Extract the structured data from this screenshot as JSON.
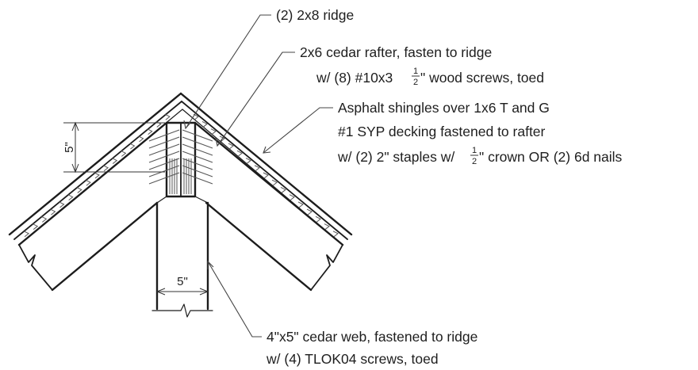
{
  "labels": {
    "ridge": "(2) 2x8 ridge",
    "rafter_line1": "2x6 cedar rafter, fasten to ridge",
    "rafter_line2_pre": "w/ (8) #10x3",
    "rafter_line2_frac_num": "1",
    "rafter_line2_frac_den": "2",
    "rafter_line2_post": "\" wood screws, toed",
    "shingle_line1": "Asphalt shingles over 1x6 T and G",
    "shingle_line2": "#1 SYP decking fastened to rafter",
    "shingle_line3_pre": "w/ (2) 2\" staples w/",
    "shingle_line3_frac_num": "1",
    "shingle_line3_frac_den": "2",
    "shingle_line3_post": "\" crown OR (2) 6d nails",
    "web_line1": "4\"x5\" cedar web, fastened to ridge",
    "web_line2": "w/ (4) TLOK04 screws, toed"
  },
  "dimensions": {
    "ridge_depth": "5\"",
    "web_width": "5\""
  }
}
